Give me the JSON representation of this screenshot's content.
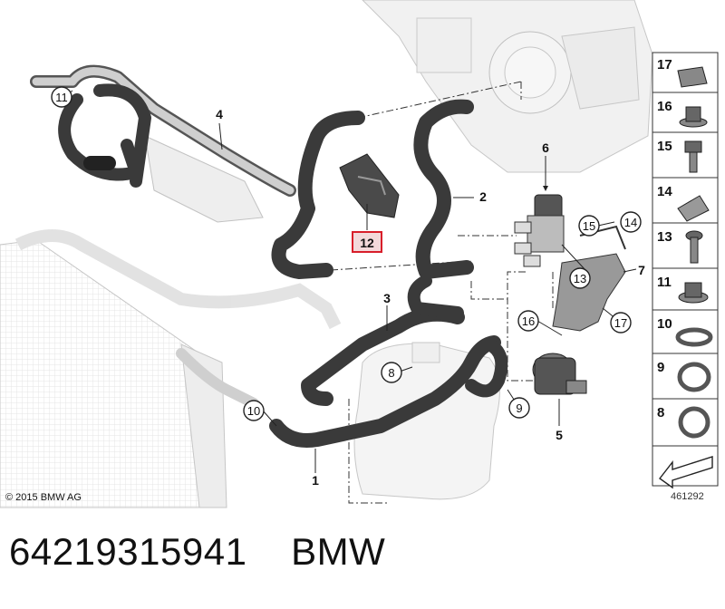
{
  "diagram": {
    "callouts": {
      "c11": "11",
      "c4": "4",
      "c2": "2",
      "c6": "6",
      "c12": "12",
      "c3": "3",
      "c15": "15",
      "c14": "14",
      "c13": "13",
      "c7": "7",
      "c16": "16",
      "c17": "17",
      "c8": "8",
      "c9": "9",
      "c10": "10",
      "c5": "5",
      "c1": "1"
    },
    "legend": [
      "17",
      "16",
      "15",
      "14",
      "13",
      "11",
      "10",
      "9",
      "8"
    ],
    "copyright": "© 2015 BMW AG",
    "image_number": "461292",
    "highlight_color": "#d81e2a"
  },
  "caption": {
    "part_number": "64219315941",
    "brand": "BMW"
  }
}
